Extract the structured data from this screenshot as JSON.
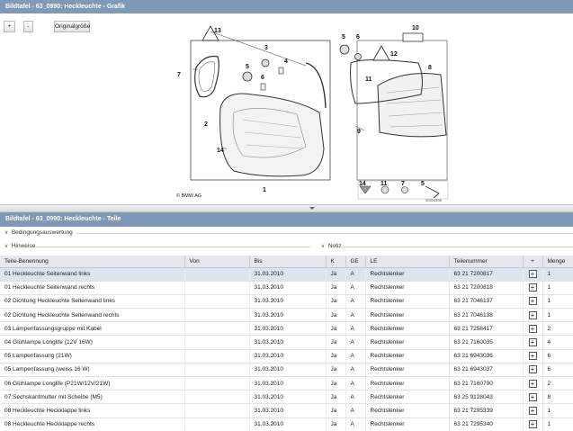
{
  "graphic_panel": {
    "title": "Bildtafel - 63_0990: Heckleuchte - Grafik",
    "zoom_in_label": "+",
    "zoom_out_label": "-",
    "original_size_label": "Originalgröße",
    "callouts": [
      "13",
      "3",
      "4",
      "5",
      "6",
      "7",
      "2",
      "14",
      "1",
      "5",
      "6",
      "10",
      "12",
      "8",
      "11",
      "9",
      "14",
      "11",
      "7",
      "5"
    ],
    "copyright": "© BMW AG",
    "drawing_id": "00204598"
  },
  "parts_panel": {
    "title": "Bildtafel - 63_0990: Heckleuchte - Teile",
    "condition_evaluation_label": "Bedingungsauswertung",
    "notes_left_label": "Hinweise",
    "notes_right_label": "Notiz"
  },
  "table": {
    "columns": [
      "Teile-Benennung",
      "Von",
      "Bis",
      "K",
      "GE",
      "LE",
      "Teilenummer",
      "+",
      "Menge"
    ],
    "rows": [
      {
        "name": "01 Heckleuchte Seitenwand links",
        "von": "",
        "bis": "31.03.2010",
        "k": "Ja",
        "ge": "A",
        "le": "Rechtslenker",
        "teilenummer": "63 21 7200817",
        "plus": "+",
        "menge": "1"
      },
      {
        "name": "01 Heckleuchte Seitenwand rechts",
        "von": "",
        "bis": "31.03.2010",
        "k": "Ja",
        "ge": "A",
        "le": "Rechtslenker",
        "teilenummer": "63 21 7200818",
        "plus": "+",
        "menge": "1"
      },
      {
        "name": "02 Dichtung Heckleuchte Seitenwand links",
        "von": "",
        "bis": "31.03.2010",
        "k": "Ja",
        "ge": "A",
        "le": "Rechtslenker",
        "teilenummer": "63 21 7046137",
        "plus": "+",
        "menge": "1"
      },
      {
        "name": "02 Dichtung Heckleuchte Seitenwand rechts",
        "von": "",
        "bis": "31.03.2010",
        "k": "Ja",
        "ge": "A",
        "le": "Rechtslenker",
        "teilenummer": "63 21 7046138",
        "plus": "+",
        "menge": "1"
      },
      {
        "name": "03 Lampenfassungsgruppe mit Kabel",
        "von": "",
        "bis": "31.03.2010",
        "k": "Ja",
        "ge": "A",
        "le": "Rechtslenker",
        "teilenummer": "63 21 7258417",
        "plus": "+",
        "menge": "2"
      },
      {
        "name": "04 Glühlampe Longlife (12V 16W)",
        "von": "",
        "bis": "31.03.2010",
        "k": "Ja",
        "ge": "A",
        "le": "Rechtslenker",
        "teilenummer": "63 21 7160035",
        "plus": "+",
        "menge": "4"
      },
      {
        "name": "05 Lampenfassung (21W)",
        "von": "",
        "bis": "31.03.2010",
        "k": "Ja",
        "ge": "A",
        "le": "Rechtslenker",
        "teilenummer": "63 21 6943036",
        "plus": "+",
        "menge": "6"
      },
      {
        "name": "05 Lampenfassung (weiss 16 W)",
        "von": "",
        "bis": "31.03.2010",
        "k": "Ja",
        "ge": "A",
        "le": "Rechtslenker",
        "teilenummer": "63 21 6943037",
        "plus": "+",
        "menge": "6"
      },
      {
        "name": "06 Glühlampe Longlife (P21W/12V/21W)",
        "von": "",
        "bis": "31.03.2010",
        "k": "Ja",
        "ge": "A",
        "le": "Rechtslenker",
        "teilenummer": "63 21 7160790",
        "plus": "+",
        "menge": "2"
      },
      {
        "name": "07 Sechskantmutter mit Scheibe (M5)",
        "von": "",
        "bis": "31.03.2010",
        "k": "Ja",
        "ge": "A",
        "le": "Rechtslenker",
        "teilenummer": "63 25 9128043",
        "plus": "+",
        "menge": "8"
      },
      {
        "name": "08 Heckleuchte Heckklappe links",
        "von": "",
        "bis": "31.03.2010",
        "k": "Ja",
        "ge": "A",
        "le": "Rechtslenker",
        "teilenummer": "63 21 7295339",
        "plus": "+",
        "menge": "1"
      },
      {
        "name": "08 Heckleuchte Heckklappe rechts",
        "von": "",
        "bis": "31.03.2010",
        "k": "Ja",
        "ge": "A",
        "le": "Rechtslenker",
        "teilenummer": "63 21 7295340",
        "plus": "+",
        "menge": "1"
      }
    ]
  },
  "colors": {
    "title_bar": "#7e9ab6",
    "table_header": "#e4e8ee",
    "selected_row": "#dbe5ef"
  }
}
